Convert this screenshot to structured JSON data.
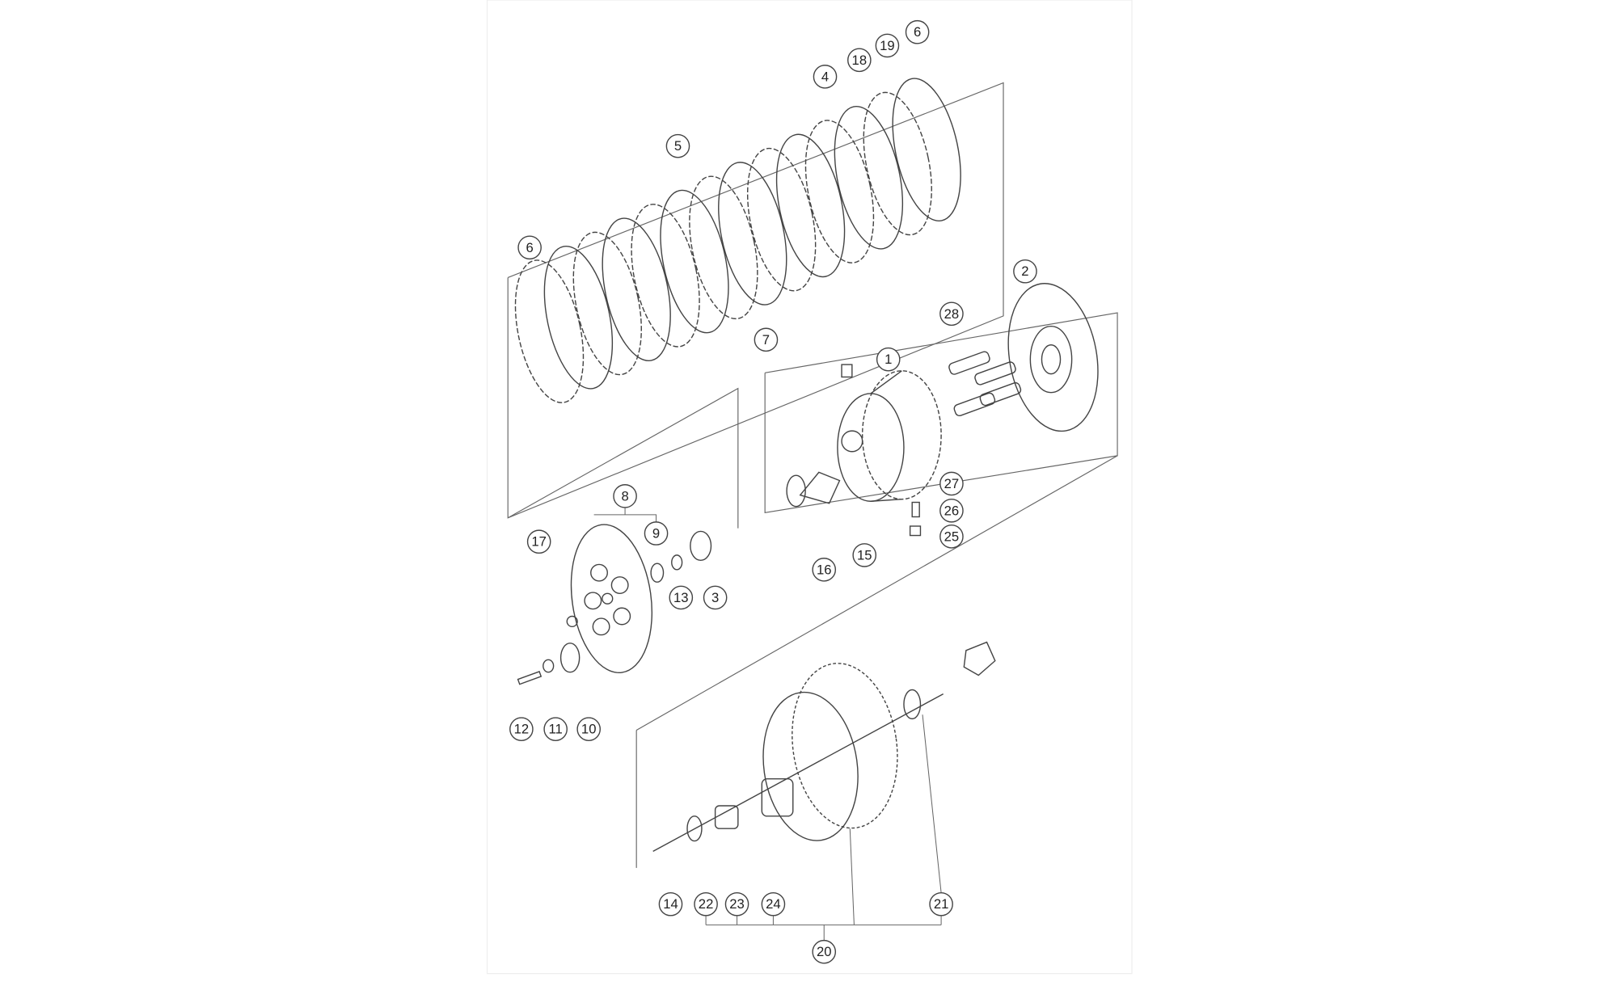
{
  "diagram": {
    "title": "Clutch assembly exploded view",
    "callouts": [
      "6",
      "19",
      "18",
      "4",
      "5",
      "6",
      "7",
      "2",
      "28",
      "1",
      "27",
      "26",
      "25",
      "16",
      "15",
      "8",
      "9",
      "17",
      "13",
      "3",
      "12",
      "11",
      "10",
      "14",
      "22",
      "23",
      "24",
      "21",
      "20"
    ]
  }
}
